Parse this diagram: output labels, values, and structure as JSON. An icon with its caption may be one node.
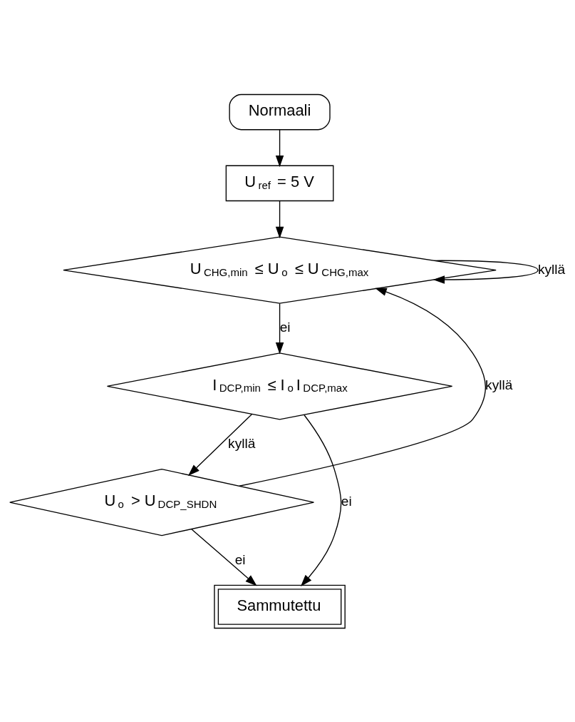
{
  "diagram": {
    "nodes": [
      {
        "text": [
          "Normaali"
        ]
      },
      {
        "text": [
          "U$_{ref}$ = 5 V"
        ]
      },
      {
        "text": [
          "U$_{CHG,min}$ ≤ U$_{o}$ ≤ U$_{CHG,max}$"
        ]
      },
      {
        "text": [
          "I$_{DCP,min}$ ≤ I$_{o}$I$_{DCP,max}$"
        ]
      },
      {
        "text": [
          "U$_{o}$ > U$_{DCP_SHDN}$"
        ]
      },
      {
        "text": [
          "Sammutettu"
        ]
      }
    ],
    "edges": [
      {
        "from": 0,
        "to": 1,
        "arrow": "to"
      },
      {
        "from": 1,
        "to": 2,
        "arrow": "to"
      },
      {
        "from": 2,
        "to": 2,
        "arrow": "to",
        "label": "kyllä"
      },
      {
        "from": 2,
        "to": 3,
        "arrow": "to",
        "label": "ei"
      },
      {
        "from": 3,
        "to": 4,
        "arrow": "to",
        "label": "kyllä"
      },
      {
        "from": 3,
        "to": 5,
        "arrow": "to",
        "label": "ei"
      },
      {
        "from": 4,
        "to": 2,
        "arrow": "to",
        "label": "kyllä"
      },
      {
        "from": 4,
        "to": 5,
        "arrow": "to",
        "label": "ei"
      }
    ]
  }
}
